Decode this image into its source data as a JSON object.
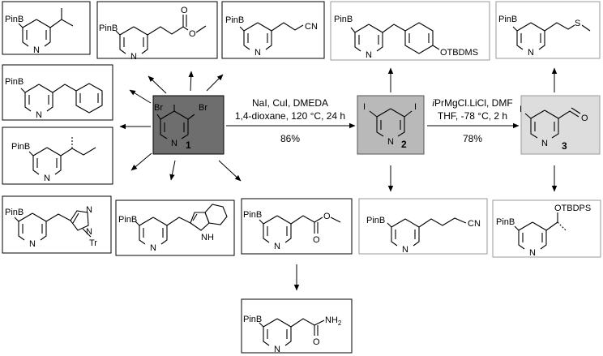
{
  "compounds": {
    "c1": {
      "number": "1",
      "substituent_left": "Br",
      "substituent_right": "Br",
      "ring_n": "N",
      "fill": "#6e6e6e"
    },
    "c2": {
      "number": "2",
      "substituent_left": "I",
      "substituent_right": "I",
      "ring_n": "N",
      "fill": "#b9b9b9"
    },
    "c3": {
      "number": "3",
      "substituent_left": "I",
      "aldehyde_o": "O",
      "ring_n": "N",
      "fill": "#dddddd"
    }
  },
  "reactions": {
    "step1": {
      "line1": "NaI, CuI, DMEDA",
      "line2": "1,4-dioxane, 120 °C, 24 h",
      "yield": "86%"
    },
    "step2": {
      "line1_italic": "i",
      "line1": "PrMgCl.LiCl, DMF",
      "line2": "THF, -78 °C, 2 h",
      "yield": "78%"
    }
  },
  "products": {
    "p1": {
      "pinb": "PinB",
      "ring_n": "N"
    },
    "p2": {
      "pinb": "PinB",
      "ring_n": "N",
      "ester_o1": "O",
      "ester_o2": "O"
    },
    "p3": {
      "pinb": "PinB",
      "ring_n": "N",
      "nitrile": "CN"
    },
    "p4": {
      "pinb": "PinB",
      "ring_n": "N",
      "otbdms": "OTBDMS"
    },
    "p5": {
      "pinb": "PinB",
      "ring_n": "N",
      "s": "S"
    },
    "p6": {
      "pinb": "PinB",
      "ring_n": "N"
    },
    "p7": {
      "pinb": "PinB",
      "ring_n": "N"
    },
    "p8": {
      "pinb": "PinB",
      "ring_n": "N",
      "imid_n1": "N",
      "imid_n2": "N",
      "tr": "Tr"
    },
    "p9": {
      "pinb": "PinB",
      "ring_n": "N",
      "nh": "NH"
    },
    "p10": {
      "pinb": "PinB",
      "ring_n": "N",
      "ester_o1": "O",
      "ester_o2": "O"
    },
    "p11": {
      "pinb": "PinB",
      "ring_n": "N",
      "nitrile": "CN"
    },
    "p12": {
      "pinb": "PinB",
      "ring_n": "N",
      "otbdps": "OTBDPS"
    },
    "p13": {
      "pinb": "PinB",
      "ring_n": "N",
      "amide_o": "O",
      "nh2": "NH",
      "nh2_sub": "2"
    }
  }
}
